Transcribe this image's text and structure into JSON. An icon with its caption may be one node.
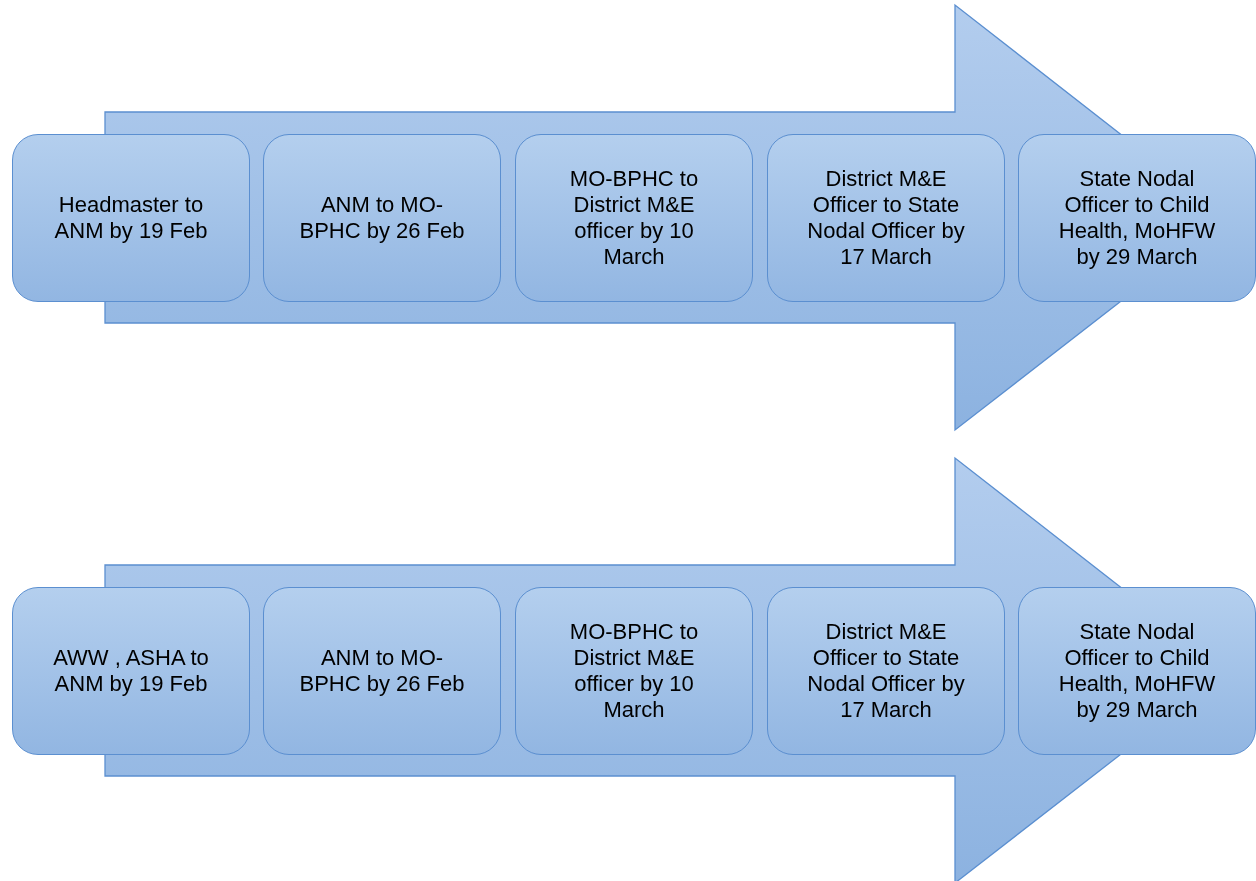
{
  "diagram": {
    "nodes": [
      {
        "text": [
          "Headmaster to ANM by 19 Feb"
        ]
      },
      {
        "text": [
          "ANM to MO-BPHC by 26 Feb"
        ]
      },
      {
        "text": [
          "MO-BPHC to District M&E officer by 10 March"
        ]
      },
      {
        "text": [
          "District M&E Officer to State Nodal Officer by 17 March"
        ]
      },
      {
        "text": [
          "State Nodal Officer to Child Health, MoHFW by 29 March"
        ]
      },
      {
        "text": [
          "AWW , ASHA to ANM by 19 Feb"
        ]
      },
      {
        "text": [
          "ANM to MO-BPHC by 26 Feb"
        ]
      },
      {
        "text": [
          "MO-BPHC to District M&E officer by 10 March"
        ]
      },
      {
        "text": [
          "District M&E Officer to State Nodal Officer by 17 March"
        ]
      },
      {
        "text": [
          "State Nodal Officer to Child Health, MoHFW by 29 March"
        ]
      }
    ],
    "edges": [
      {
        "from": 0,
        "to": 4,
        "arrow": "to"
      },
      {
        "from": 5,
        "to": 9,
        "arrow": "to"
      }
    ]
  }
}
